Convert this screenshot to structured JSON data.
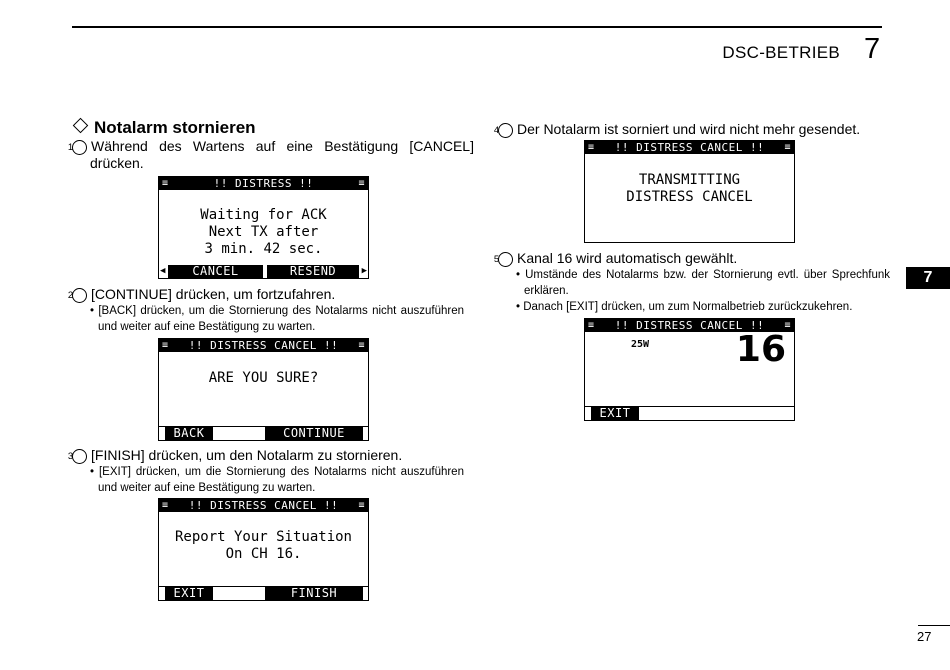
{
  "header": {
    "chapter_title": "DSC-BETRIEB",
    "chapter_number": "7"
  },
  "side_tab": "7",
  "page_number": "27",
  "section": {
    "title": "Notalarm stornieren"
  },
  "steps": {
    "s1": {
      "num": "1",
      "text": "Während des Wartens auf eine Bestätigung [CANCEL] drücken."
    },
    "s2": {
      "num": "2",
      "text": "[CONTINUE] drücken, um fortzufahren.",
      "bullet": "[BACK] drücken, um die Stornierung des Notalarms nicht aus­zuführen und weiter auf eine Bestätigung zu warten."
    },
    "s3": {
      "num": "3",
      "text": "[FINISH] drücken, um den Notalarm zu stornieren.",
      "bullet": "[EXIT] drücken, um die Stornierung des Notalarms nicht auszu­führen und weiter auf eine Bestätigung zu warten."
    },
    "s4": {
      "num": "4",
      "text": "Der Notalarm ist sorniert und wird nicht mehr gesendet."
    },
    "s5": {
      "num": "5",
      "text": "Kanal 16 wird automatisch gewählt.",
      "bullet1": "Umstände des Notalarms bzw. der Stornierung evtl. über Sprechfunk erklären.",
      "bullet2": "Danach [EXIT] drücken, um zum Normalbetrieb zurückzukehren."
    }
  },
  "screens": {
    "lcd1": {
      "title": "!! DISTRESS !!",
      "lines": [
        "Waiting for ACK",
        "Next TX after",
        "3 min. 42 sec."
      ],
      "key_left": "CANCEL",
      "key_right": "RESEND"
    },
    "lcd2": {
      "title": "!! DISTRESS CANCEL !!",
      "lines": [
        "ARE YOU SURE?"
      ],
      "key_left": "BACK",
      "key_right": "CONTINUE"
    },
    "lcd3": {
      "title": "!! DISTRESS CANCEL !!",
      "lines": [
        "Report Your Situation",
        "On CH 16."
      ],
      "key_left": "EXIT",
      "key_right": "FINISH"
    },
    "lcd4": {
      "title": "!! DISTRESS CANCEL !!",
      "lines": [
        "TRANSMITTING",
        "DISTRESS CANCEL"
      ]
    },
    "lcd5": {
      "title": "!! DISTRESS CANCEL !!",
      "power": "25W",
      "channel": "16",
      "key_left": "EXIT"
    }
  },
  "icons": {
    "menu": "≡"
  }
}
